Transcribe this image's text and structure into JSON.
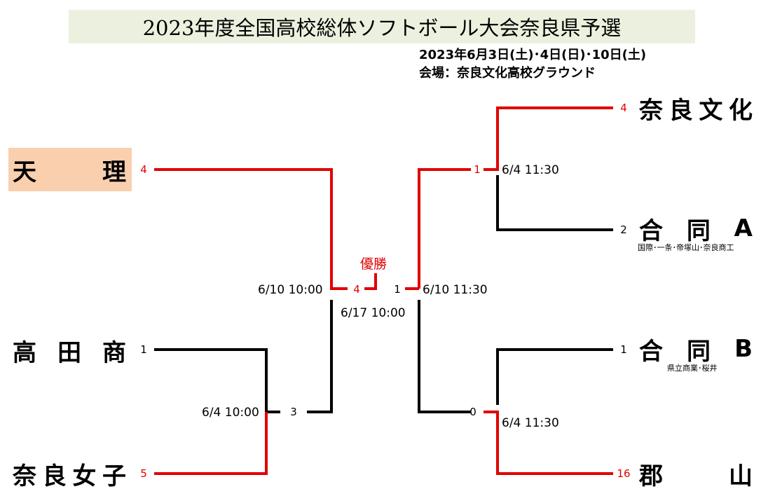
{
  "header": {
    "title": "2023年度全国高校総体ソフトボール大会奈良県予選",
    "dates": "2023年6月3日(土)･4日(日)･10日(土)",
    "venue": "会場：奈良文化高校グラウンド"
  },
  "teams": {
    "tenri": {
      "chars": [
        "天",
        "理"
      ],
      "score": "4"
    },
    "takadasho": {
      "chars": [
        "高",
        "田",
        "商"
      ],
      "score": "1"
    },
    "narajoshi": {
      "chars": [
        "奈",
        "良",
        "女",
        "子"
      ],
      "score": "5"
    },
    "narabunka": {
      "chars": [
        "奈",
        "良",
        "文",
        "化"
      ],
      "score": "4"
    },
    "godo_a": {
      "chars": [
        "合",
        "同",
        "A"
      ],
      "score": "2",
      "note": "国際･一条･帝塚山･奈良商工"
    },
    "godo_b": {
      "chars": [
        "合",
        "同",
        "B"
      ],
      "score": "1",
      "note": "県立商業･桜井"
    },
    "koriyama": {
      "chars": [
        "郡",
        "山"
      ],
      "score": "16"
    }
  },
  "matches": {
    "left_r1": {
      "time": "6/4 10:00",
      "score_winner": "3"
    },
    "right_top_r1": {
      "time": "6/4 11:30",
      "score_winner": "1"
    },
    "right_bottom_r1": {
      "time": "6/4 11:30",
      "score_winner": "0"
    },
    "left_semi": {
      "time": "6/10 10:00",
      "score": "4"
    },
    "right_semi": {
      "time": "6/10 11:30",
      "score": "1"
    },
    "final": {
      "time": "6/17 10:00",
      "label": "優勝"
    }
  },
  "colors": {
    "winner_line": "#e00000",
    "loser_line": "#000000",
    "title_bg": "#ebf1de",
    "champion_bg": "#f9cfae"
  }
}
